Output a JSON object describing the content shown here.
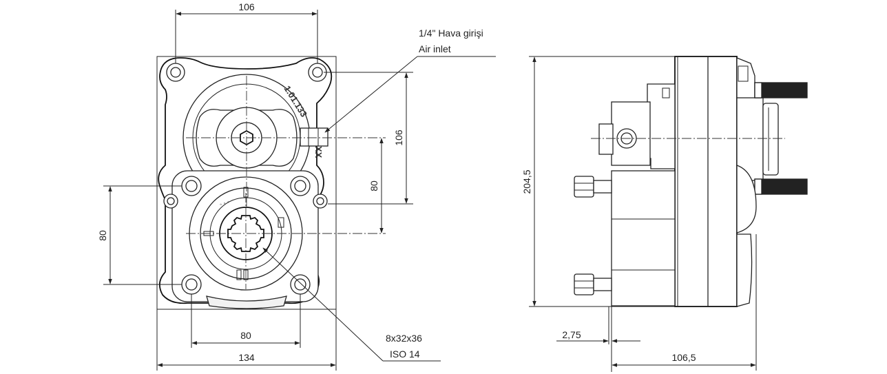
{
  "dimensions": {
    "front_top_width": "106",
    "front_right_height": "106",
    "front_inner_vertical": "80",
    "front_left_vertical": "80",
    "front_bottom_inner": "80",
    "front_bottom_overall": "134",
    "side_height": "204,5",
    "side_offset": "2,75",
    "side_depth": "106,5"
  },
  "notes": {
    "air_inlet_tr": "1/4\" Hava girişi",
    "air_inlet_en": "Air inlet",
    "spline_spec": "8x32x36",
    "spline_std": "ISO 14"
  },
  "part_marking": "1.01.133",
  "part_marking_tail": "XX"
}
